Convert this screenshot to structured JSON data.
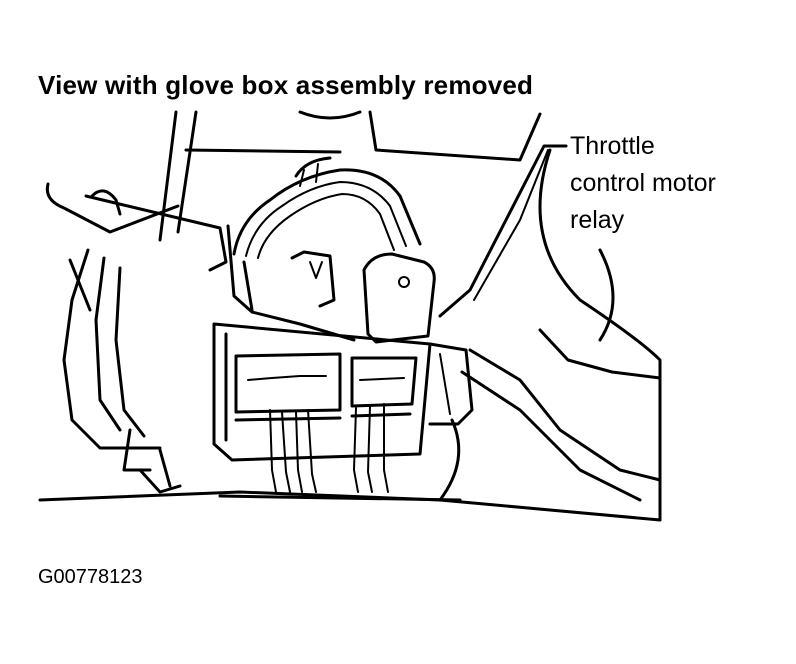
{
  "diagram": {
    "title": "View with glove box assembly removed",
    "callout": {
      "lines": [
        "Throttle",
        "control motor",
        "relay"
      ]
    },
    "figure_id": "G00778123"
  }
}
